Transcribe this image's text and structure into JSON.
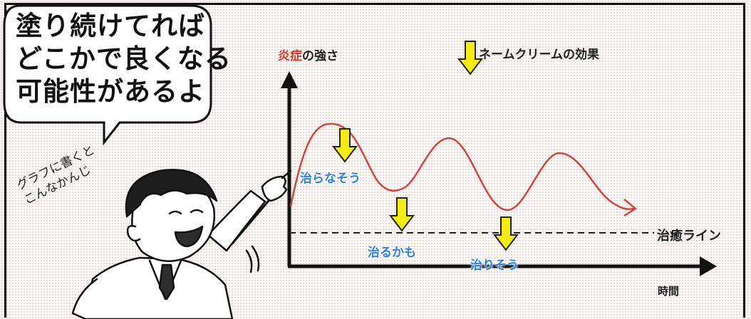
{
  "speech_bubble": {
    "lines": [
      "塗り続けてれば",
      "どこかで良くなる",
      "可能性があるよ"
    ]
  },
  "aside_text": {
    "lines": [
      "グラフに書くと",
      "こんなかんじ"
    ]
  },
  "diagram": {
    "y_axis_label_red": "炎症",
    "y_axis_label_rest": "の強さ",
    "x_axis_label": "時間",
    "legend_label": "ネームクリームの効果",
    "threshold_label": "治癒ライン",
    "outcomes": [
      "治らなそう",
      "治るかも",
      "治りそう"
    ]
  },
  "colors": {
    "curve": "#c8493d",
    "arrow_fill": "#f3ec16",
    "label_blue": "#2e7fd8",
    "accent_red": "#d23a2a"
  },
  "icons": [
    "down-arrow-icon",
    "pointing-doctor-illustration"
  ]
}
